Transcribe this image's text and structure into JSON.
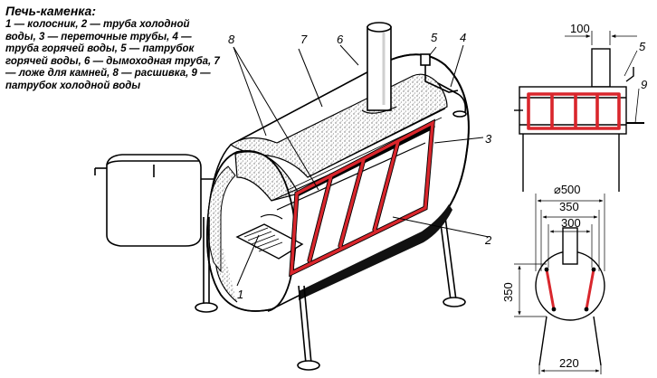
{
  "caption": {
    "title": "Печь-каменка:",
    "text": "1 — колосник, 2 — труба холодной воды, 3 — переточные трубы, 4 — труба горячей воды, 5 — патрубок горячей воды, 6 — дымоходная труба, 7 — ложе для камней, 8 — расшивка, 9 — патрубок холодной воды"
  },
  "callouts": [
    "1",
    "2",
    "3",
    "4",
    "5",
    "6",
    "7",
    "8"
  ],
  "side_view": {
    "callouts": [
      "5",
      "9"
    ],
    "dim_width": "100"
  },
  "front_view": {
    "dims": {
      "diameter": "⌀500",
      "upper_width": "350",
      "inner_width": "300",
      "height": "350",
      "leg_span": "220"
    }
  },
  "colors": {
    "pipes": "#d9262c",
    "ink": "#000000",
    "grain": "#7a7a7a"
  }
}
